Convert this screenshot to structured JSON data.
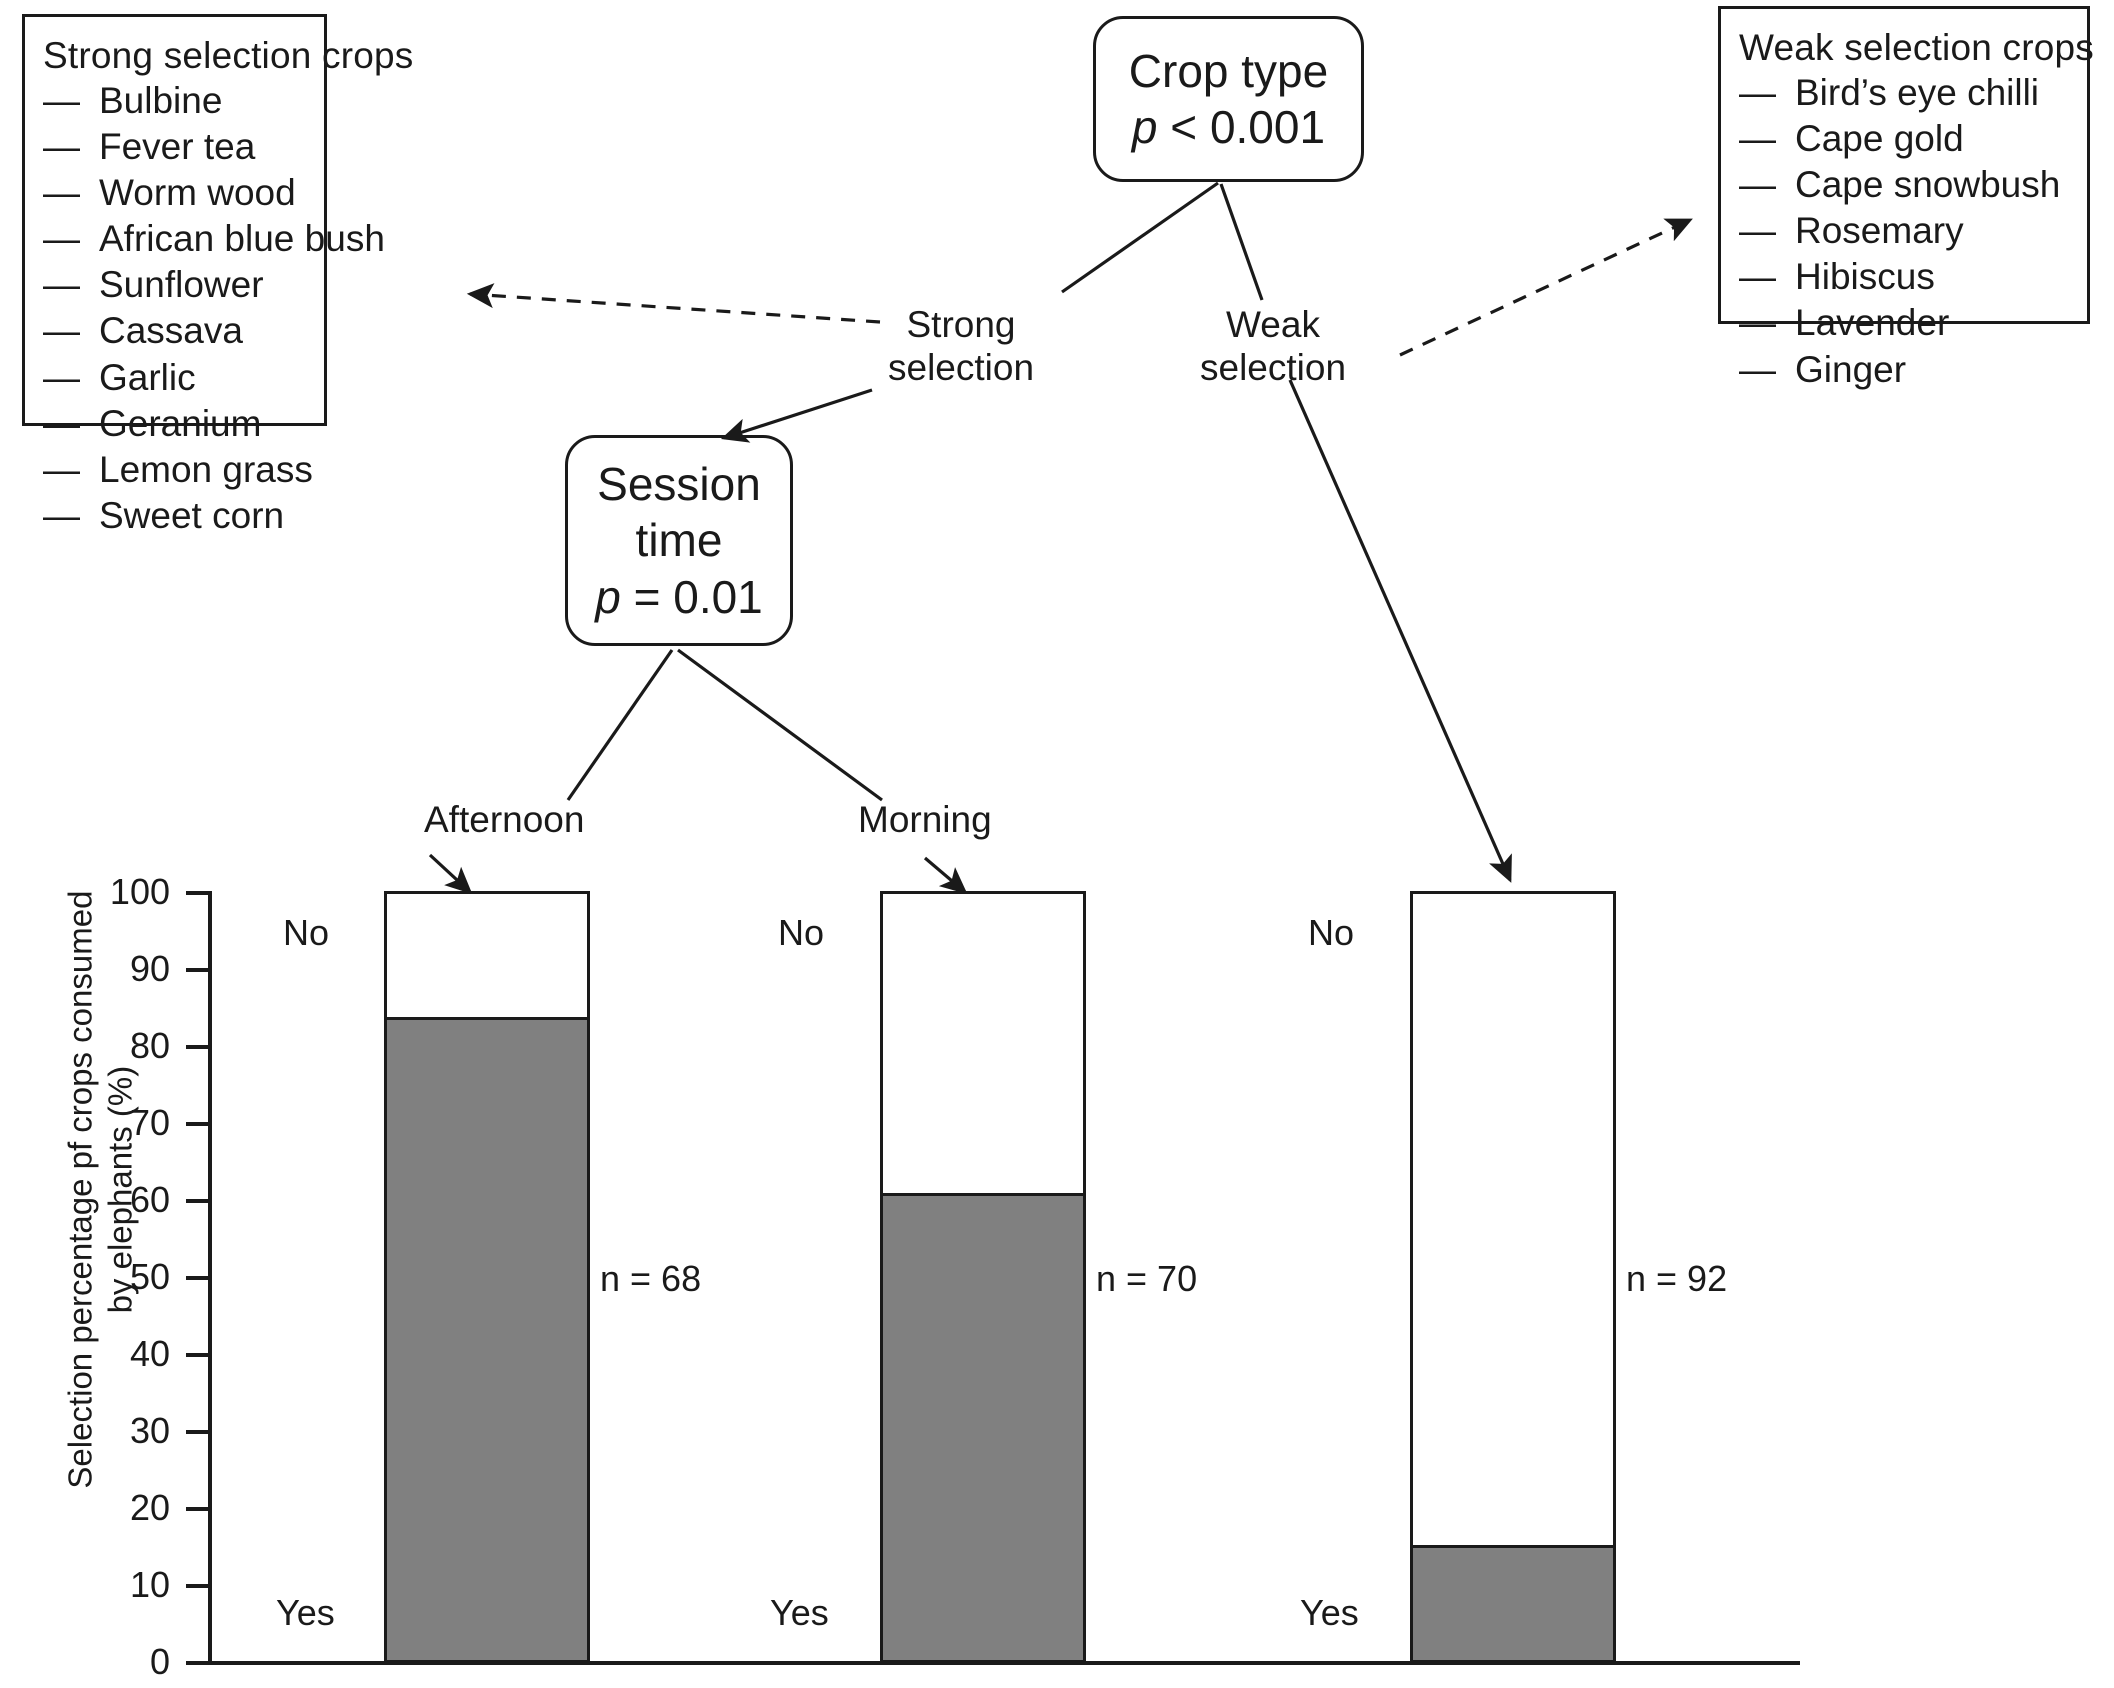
{
  "boxes": {
    "strong": {
      "title": "Strong selection crops",
      "dash": "—",
      "items": [
        "Bulbine",
        "Fever tea",
        "Worm  wood",
        "African blue bush",
        "Sunflower",
        "Cassava",
        "Garlic",
        "Geranium",
        "Lemon grass",
        "Sweet corn"
      ]
    },
    "weak": {
      "title": "Weak selection crops",
      "dash": "—",
      "items": [
        "Bird’s eye chilli",
        "Cape gold",
        "Cape snowbush",
        "Rosemary",
        "Hibiscus",
        "Lavender",
        "Ginger"
      ]
    }
  },
  "nodes": {
    "crop_type": {
      "line1": "Crop type",
      "p_italic": "p",
      "p_rest": " < 0.001"
    },
    "session_time": {
      "line1": "Session",
      "line2": "time",
      "p_italic": "p",
      "p_rest": " = 0.01"
    }
  },
  "edges": {
    "strong_selection": "Strong\nselection",
    "strong_selection_l1": "Strong",
    "strong_selection_l2": "selection",
    "weak_selection_l1": "Weak",
    "weak_selection_l2": "selection",
    "afternoon": "Afternoon",
    "morning": "Morning"
  },
  "chart_data": {
    "type": "bar",
    "subtype": "stacked-100-percent",
    "title": "",
    "xlabel": "",
    "ylabel": "Selection percentage pf crops consumed by elephants (%)",
    "ylim": [
      0,
      100
    ],
    "yticks": [
      100,
      90,
      80,
      70,
      60,
      50,
      40,
      30,
      20,
      10,
      0
    ],
    "grid": false,
    "legend": "none",
    "categories": [
      "Afternoon",
      "Morning",
      "Weak selection"
    ],
    "series": [
      {
        "name": "Yes",
        "values": [
          84,
          61,
          15
        ]
      },
      {
        "name": "No",
        "values": [
          16,
          39,
          85
        ]
      }
    ],
    "bar_labels_top": "No",
    "bar_labels_bottom": "Yes",
    "annotations": [
      {
        "category": "Afternoon",
        "text": "n = 68"
      },
      {
        "category": "Morning",
        "text": "n = 70"
      },
      {
        "category": "Weak selection",
        "text": "n = 92"
      }
    ],
    "colors": {
      "yes_fill": "#808080",
      "no_fill": "#ffffff",
      "outline": "#1a1a1a"
    }
  },
  "n_labels": [
    "n = 68",
    "n = 70",
    "n = 92"
  ],
  "cat_no": [
    "No",
    "No",
    "No"
  ],
  "cat_yes": [
    "Yes",
    "Yes",
    "Yes"
  ]
}
